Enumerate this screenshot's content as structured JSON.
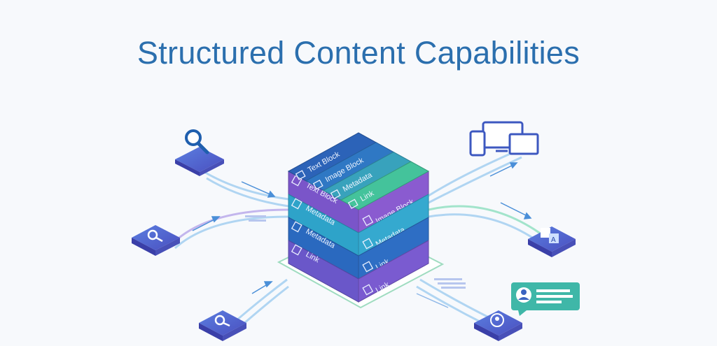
{
  "title": "Structured Content Capabilities",
  "cube": {
    "top": [
      {
        "label": "Text Block",
        "icon": "text-icon",
        "color": "#2c63b8"
      },
      {
        "label": "Image Block",
        "icon": "image-icon",
        "color": "#2f78c4"
      },
      {
        "label": "Metadata",
        "icon": "document-icon",
        "color": "#38a2bc"
      },
      {
        "label": "Link",
        "icon": "link-icon",
        "color": "#44c39b"
      }
    ],
    "left": [
      {
        "label": "Text Block",
        "icon": "text-icon",
        "color": "#7a55c9"
      },
      {
        "label": "Metadata",
        "icon": "image-icon",
        "color": "#2ea3c9"
      },
      {
        "label": "Metadata",
        "icon": "document-icon",
        "color": "#2a69bf"
      },
      {
        "label": "Link",
        "icon": "link-icon",
        "color": "#6a57c9"
      }
    ],
    "right": [
      {
        "label": "Image Block",
        "icon": "image-icon",
        "color": "#8a5bd0"
      },
      {
        "label": "Metadata",
        "icon": "document-icon",
        "color": "#35a9cf"
      },
      {
        "label": "Link",
        "icon": "link-icon",
        "color": "#2e6ec4"
      },
      {
        "label": "Link",
        "icon": "link-icon",
        "color": "#7a5bd0"
      }
    ]
  },
  "colors": {
    "title": "#2b6fae",
    "line": "#8fc3ea",
    "tile": "#4a5fc6",
    "bubble": "#3fb7a8"
  }
}
